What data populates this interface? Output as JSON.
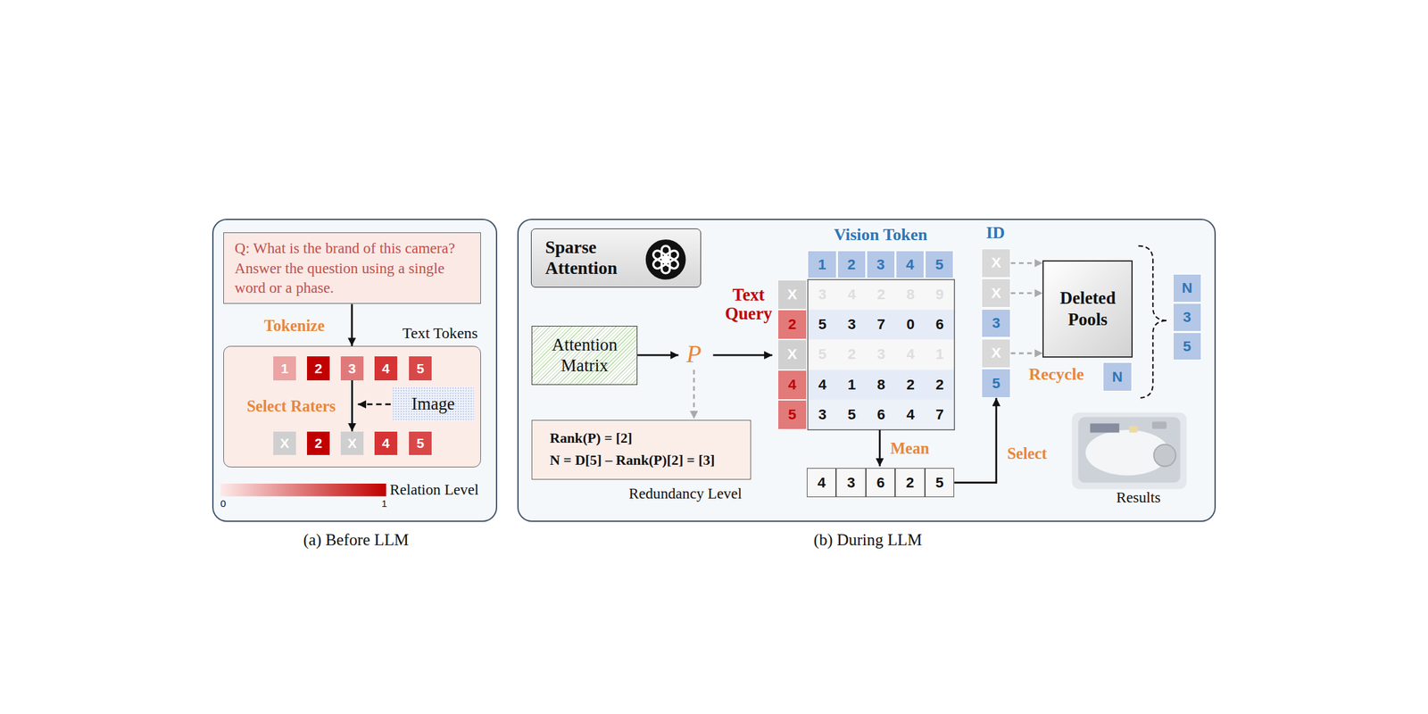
{
  "diagram": {
    "nodes": [
      {
        "text": [
          "(a) Before LLM"
        ]
      },
      {
        "text": [
          "Q: What is the brand of this camera? Answer the question using a single word or a phase."
        ],
        "in": 0
      },
      {
        "text": [
          "Text Tokens"
        ],
        "in": 0
      },
      {
        "text": [
          "1"
        ],
        "in": 2
      },
      {
        "text": [
          "2"
        ],
        "in": 2
      },
      {
        "text": [
          "3"
        ],
        "in": 2
      },
      {
        "text": [
          "4"
        ],
        "in": 2
      },
      {
        "text": [
          "5"
        ],
        "in": 2
      },
      {
        "text": [
          "Image"
        ],
        "in": 2
      },
      {
        "text": [
          "X"
        ],
        "in": 2
      },
      {
        "text": [
          "2"
        ],
        "in": 2
      },
      {
        "text": [
          "X"
        ],
        "in": 2
      },
      {
        "text": [
          "4"
        ],
        "in": 2
      },
      {
        "text": [
          "5"
        ],
        "in": 2
      },
      {
        "text": [
          "(b) During LLM"
        ]
      },
      {
        "text": [
          "Sparse Attention"
        ],
        "in": 14
      },
      {
        "text": [
          "Attention Matrix"
        ],
        "in": 14
      },
      {
        "text": [
          "Rank(P) = [2]",
          "N = D[5] – Rank(P)[2] = [3]",
          "Redundancy Level"
        ],
        "in": 14
      },
      {
        "text": [
          "1"
        ],
        "in": 14
      },
      {
        "text": [
          "2"
        ],
        "in": 14
      },
      {
        "text": [
          "3"
        ],
        "in": 14
      },
      {
        "text": [
          "4"
        ],
        "in": 14
      },
      {
        "text": [
          "5"
        ],
        "in": 14
      },
      {
        "text": [
          "X"
        ],
        "in": 14
      },
      {
        "text": [
          "2"
        ],
        "in": 14
      },
      {
        "text": [
          "X"
        ],
        "in": 14
      },
      {
        "text": [
          "4"
        ],
        "in": 14
      },
      {
        "text": [
          "5"
        ],
        "in": 14
      },
      {
        "text": [
          "4"
        ],
        "in": 14
      },
      {
        "text": [
          "3"
        ],
        "in": 14
      },
      {
        "text": [
          "6"
        ],
        "in": 14
      },
      {
        "text": [
          "2"
        ],
        "in": 14
      },
      {
        "text": [
          "5"
        ],
        "in": 14
      },
      {
        "text": [
          "X"
        ],
        "in": 14
      },
      {
        "text": [
          "X"
        ],
        "in": 14
      },
      {
        "text": [
          "3"
        ],
        "in": 14
      },
      {
        "text": [
          "X"
        ],
        "in": 14
      },
      {
        "text": [
          "5"
        ],
        "in": 14
      },
      {
        "text": [
          "Deleted Pools"
        ],
        "in": 14
      },
      {
        "text": [
          "N"
        ],
        "in": 14
      },
      {
        "text": [
          "N"
        ],
        "in": 14
      },
      {
        "text": [
          "3"
        ],
        "in": 14
      },
      {
        "text": [
          "5"
        ],
        "in": 14
      }
    ],
    "edges": [
      {
        "from": 1,
        "to": 2,
        "arrow": "to",
        "label": "Tokenize"
      },
      {
        "from": 5,
        "to": 11,
        "arrow": "to",
        "label": "Select Raters"
      },
      {
        "from": 32,
        "to": 37,
        "arrow": "to",
        "label": "Select"
      },
      {
        "from": 33,
        "to": 38,
        "arrow": "to"
      },
      {
        "from": 34,
        "to": 38,
        "arrow": "to"
      },
      {
        "from": 36,
        "to": 38,
        "arrow": "to"
      }
    ],
    "labels": [
      "P",
      "Vision Token",
      "Text Query",
      "ID",
      "3",
      "4",
      "2",
      "8",
      "9",
      "5",
      "3",
      "7",
      "0",
      "6",
      "5",
      "2",
      "3",
      "4",
      "1",
      "4",
      "1",
      "8",
      "2",
      "2",
      "3",
      "5",
      "6",
      "4",
      "7",
      "Mean",
      "Recycle",
      "Results",
      "0",
      "1"
    ],
    "legend": [
      {
        "text": "Relation Level"
      }
    ]
  }
}
